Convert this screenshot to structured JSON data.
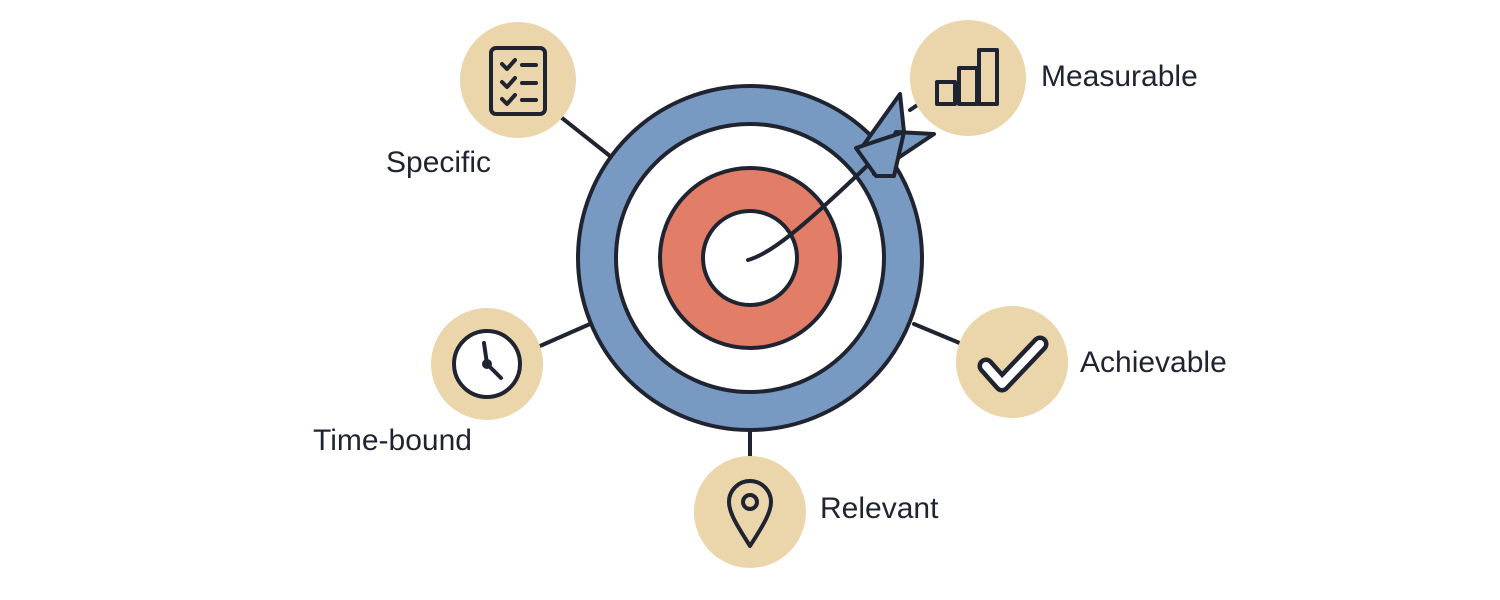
{
  "colors": {
    "outline": "#1f2430",
    "outer_ring": "#7899c2",
    "inner_ring": "#e27d68",
    "ring_white": "#ffffff",
    "icon_badge": "#ebd5ab",
    "arrow_fill": "#7899c2"
  },
  "goals": [
    {
      "key": "specific",
      "label": "Specific",
      "icon": "checklist-icon"
    },
    {
      "key": "measurable",
      "label": "Measurable",
      "icon": "bar-chart-icon"
    },
    {
      "key": "achievable",
      "label": "Achievable",
      "icon": "checkmark-icon"
    },
    {
      "key": "relevant",
      "label": "Relevant",
      "icon": "location-pin-icon"
    },
    {
      "key": "time_bound",
      "label": "Time-bound",
      "icon": "clock-icon"
    }
  ]
}
